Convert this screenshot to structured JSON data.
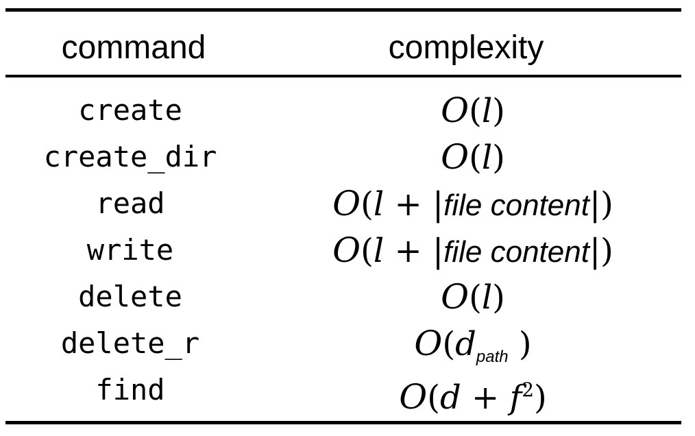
{
  "table": {
    "headers": {
      "command": "command",
      "complexity": "complexity"
    },
    "rows": [
      {
        "command": "create",
        "complexity": {
          "O": "O",
          "open": "(",
          "var": "l",
          "close": ")"
        }
      },
      {
        "command": "create_dir",
        "complexity": {
          "O": "O",
          "open": "(",
          "var": "l",
          "close": ")"
        }
      },
      {
        "command": "read",
        "complexity": {
          "O": "O",
          "open": "(",
          "var": "l",
          "plus": " + ",
          "bar_open": "|",
          "text": "file content",
          "bar_close": "|",
          "close": ")"
        }
      },
      {
        "command": "write",
        "complexity": {
          "O": "O",
          "open": "(",
          "var": "l",
          "plus": " + ",
          "bar_open": "|",
          "text": "file content",
          "bar_close": "|",
          "close": ")"
        }
      },
      {
        "command": "delete",
        "complexity": {
          "O": "O",
          "open": "(",
          "var": "l",
          "close": ")"
        }
      },
      {
        "command": "delete_r",
        "complexity": {
          "O": "O",
          "open": "(",
          "var": "d",
          "sub": "path",
          "close": " )"
        }
      },
      {
        "command": "find",
        "complexity": {
          "O": "O",
          "open": "(",
          "var": "d",
          "plus": " + ",
          "var2": "f",
          "sup": "2",
          "close": ")"
        }
      }
    ]
  }
}
